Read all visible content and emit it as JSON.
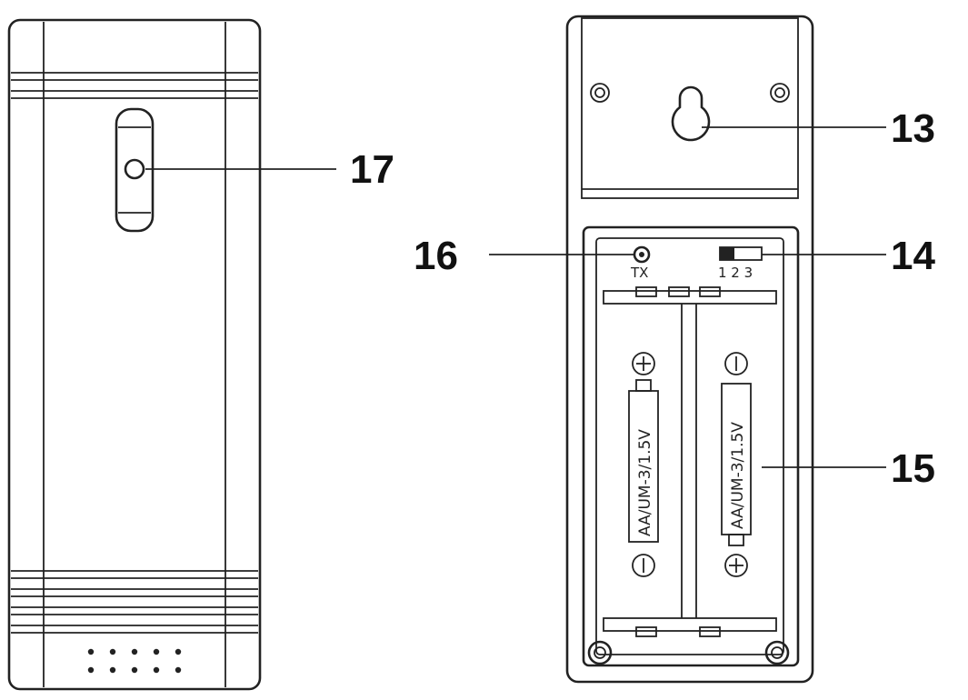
{
  "callouts": {
    "sensor_button": "17",
    "wall_hook": "13",
    "channel_switch": "14",
    "battery_compartment": "15",
    "tx_led": "16"
  },
  "labels": {
    "tx": "TX",
    "channels": "1 2 3",
    "battery_left": "AA/UM-3/1.5V",
    "battery_right": "AA/UM-3/1.5V"
  }
}
